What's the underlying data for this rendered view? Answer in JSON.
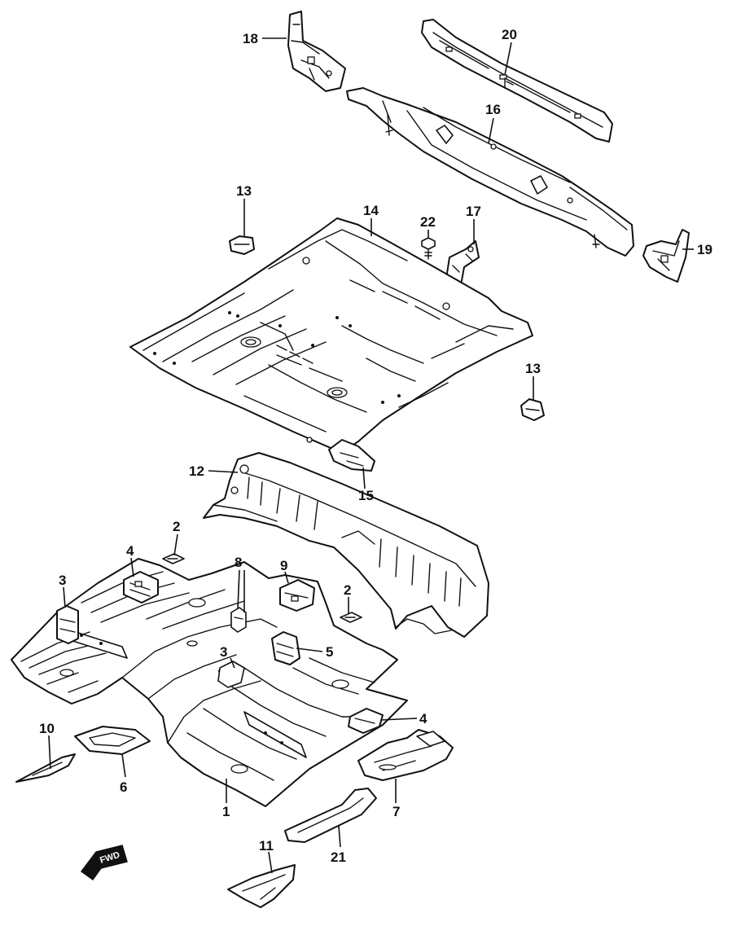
{
  "callouts": {
    "p1": "1",
    "p2a": "2",
    "p2b": "2",
    "p3a": "3",
    "p3b": "3",
    "p4a": "4",
    "p4b": "4",
    "p5": "5",
    "p6": "6",
    "p7": "7",
    "p8": "8",
    "p9": "9",
    "p10": "10",
    "p11": "11",
    "p12": "12",
    "p13a": "13",
    "p13b": "13",
    "p14": "14",
    "p15": "15",
    "p16": "16",
    "p17": "17",
    "p18": "18",
    "p19": "19",
    "p20": "20",
    "p21": "21",
    "p22": "22"
  },
  "fwd_label": "FWD"
}
